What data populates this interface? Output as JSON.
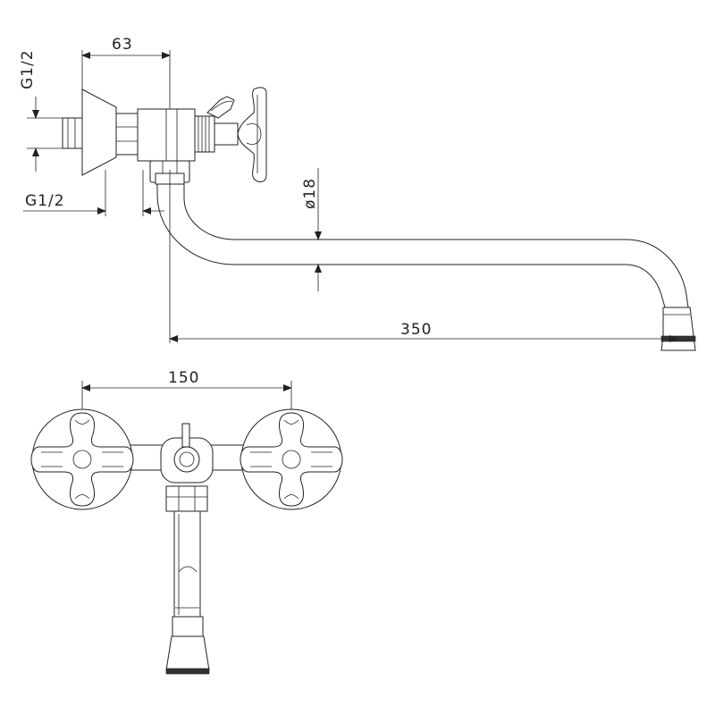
{
  "drawing": {
    "title": "",
    "colors": {
      "line": "#222222",
      "background": "#ffffff"
    },
    "dimensions": {
      "depth": "63",
      "thread_top": "G1/2",
      "thread_bottom": "G1/2",
      "pipe_diameter": "ø18",
      "spout_reach": "350",
      "center_spacing": "150"
    },
    "views": [
      "side-view",
      "top-view"
    ]
  }
}
